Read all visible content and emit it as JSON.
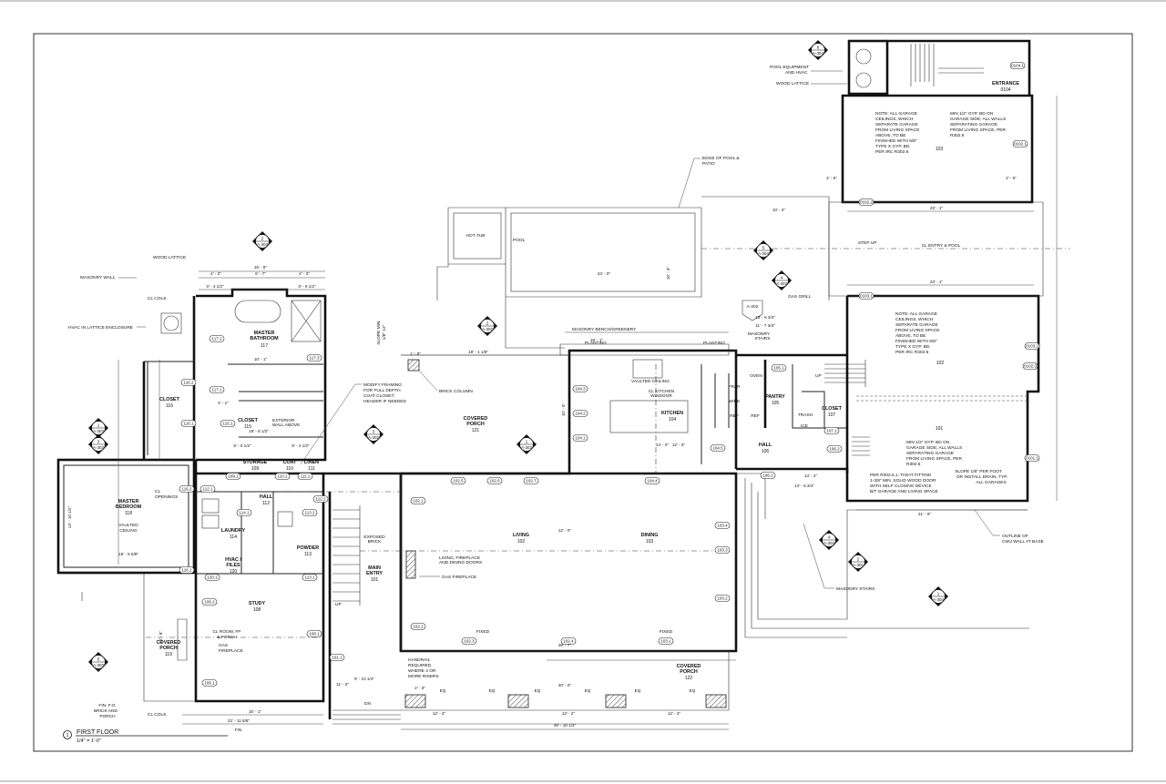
{
  "sheet": {
    "view_number": "1",
    "title": "FIRST FLOOR",
    "scale": "1/4\" = 1'-0\""
  },
  "rooms": [
    {
      "name": [
        "MASTER",
        "BATHROOM"
      ],
      "number": "117"
    },
    {
      "name": [
        "CLOSET"
      ],
      "number": "116"
    },
    {
      "name": [
        "CLOSET"
      ],
      "number": "115"
    },
    {
      "name": [
        "STORAGE"
      ],
      "number": "109"
    },
    {
      "name": [
        "COAT"
      ],
      "number": "110"
    },
    {
      "name": [
        "LINEN"
      ],
      "number": "111"
    },
    {
      "name": [
        "MASTER",
        "BEDROOM"
      ],
      "number": "118"
    },
    {
      "name": [
        "HALL"
      ],
      "number": "112"
    },
    {
      "name": [
        "LAUNDRY"
      ],
      "number": "114"
    },
    {
      "name": [
        "POWDER"
      ],
      "number": "113"
    },
    {
      "name": [
        "HVAC /",
        "FILES"
      ],
      "number": "120"
    },
    {
      "name": [
        "STUDY"
      ],
      "number": "108"
    },
    {
      "name": [
        "COVERED",
        "PORCH"
      ],
      "number": "119"
    },
    {
      "name": [
        "MAIN",
        "ENTRY"
      ],
      "number": "101"
    },
    {
      "name": [
        "COVERED",
        "PORCH"
      ],
      "number": "121"
    },
    {
      "name": [
        "LIVING"
      ],
      "number": "102"
    },
    {
      "name": [
        "DINING"
      ],
      "number": "103"
    },
    {
      "name": [
        "KITCHEN"
      ],
      "number": "104"
    },
    {
      "name": [
        "PANTRY"
      ],
      "number": "105"
    },
    {
      "name": [
        "CLOSET"
      ],
      "number": "107"
    },
    {
      "name": [
        "HALL"
      ],
      "number": "106"
    },
    {
      "name": [
        "ENTRANCE"
      ],
      "number": "0104"
    },
    {
      "name": [
        "COVERED",
        "PORCH"
      ],
      "number": "122"
    },
    {
      "name": [
        ""
      ],
      "number": "103"
    },
    {
      "name": [
        ""
      ],
      "number": "102"
    },
    {
      "name": [
        ""
      ],
      "number": "101"
    }
  ],
  "notes": {
    "garage_ceiling": [
      "NOTE: ALL GARAGE",
      "CEILINGS, WHICH",
      "SEPARATE GARAGE",
      "FROM LIVING SPACE",
      "ABOVE, TO BE",
      "FINISHED WITH 5/8\"",
      "TYPE X GYP. BD.",
      "PER IRC R302.6"
    ],
    "garage_walls": [
      "MIN 1/2\" GYP. BD ON",
      "GARAGE SIDE; ALL WALLS",
      "SEPARATING GARAGE",
      "FROM LIVING SPACE, PER",
      "R302.6"
    ],
    "door_note": [
      "PER R302.5.1: TIGHT FITTING",
      "1-3/8\" MIN. SOLID WOOD DOOR",
      "WITH SELF CLOSING DEVICE",
      "B/T GARAGE AND LIVING SPACE"
    ],
    "slope_note": [
      "SLOPE 1/8\" PER FOOT",
      "OR INSTALL DRAIN, TYP.",
      "ALL GARAGES"
    ],
    "cmu_note": [
      "OUTLINE OF",
      "CMU WALL AT BASE"
    ],
    "modify_framing": [
      "MODIFY FRAMING",
      "FOR FULL DEPTH",
      "COAT CLOSET;",
      "HEADER IF NEEDED"
    ],
    "handrail": [
      "HANDRAIL",
      "REQUIRED",
      "WHERE 4 OR",
      "MORE RISERS"
    ],
    "fin_fo": [
      "FIN. F.O.",
      "BRICK AND",
      "PORCH"
    ],
    "edge_pool": [
      "EDGE OF POOL &",
      "PATIO"
    ],
    "pool_equipment": [
      "POOL EQUIPMENT",
      "AND HVAC"
    ],
    "exterior_wall": [
      "EXTERIOR",
      "WALL ABOVE"
    ],
    "exposed_brick": [
      "EXPOSED",
      "BRICK"
    ],
    "living_cl": [
      "LIVING, FIREPLACE",
      "AND DINING DOORS"
    ],
    "cl_room": [
      "CL ROOM, FP",
      "& PORCH"
    ],
    "cl_openings": [
      "CL",
      "OPENINGS"
    ],
    "gas_fireplace_study": [
      "GAS",
      "FIREPLACE"
    ],
    "slope_min": [
      "SLOPE MIN.",
      "1/8\" 12\""
    ],
    "kitchen_cl": [
      "CL KITCHEN",
      "WINDOOR"
    ],
    "masonry_stairs_top": [
      "MASONRY",
      "STAIRS"
    ]
  },
  "labels": {
    "hot_tub": "HOT TUB",
    "pool": "POOL",
    "step_up": "STEP UP",
    "cl_entry_pool": "CL ENTRY & POOL",
    "gas_grill": "GAS GRILL",
    "wood_lattice": "WOOD LATTICE",
    "masonry_wall": "MASONRY WALL",
    "cl_cols": "CL COLS.",
    "hvac_lattice": "HVAC IN LATTICE ENCLOSURE",
    "brick_column": "BRICK COLUMN",
    "masonry_bench": "MASONRY BENCH/GREENERY",
    "planting": "PLANTING",
    "masonry_stairs": "MASONRY STAIRS",
    "vaulted_ceiling": "VAULTED CEILING",
    "vaulted": "VAULTED",
    "ceiling": "CEILING",
    "oven": "OVEN",
    "frzr": "FRZR",
    "wine": "WINE",
    "ref": "REF",
    "trash": "TRASH",
    "ice": "ICE",
    "gas_fireplace": "GAS FIREPLACE",
    "fixed": "FIXED",
    "up": "UP",
    "dn": "DN",
    "fin": "FIN.",
    "a202": "A-202"
  },
  "door_tags": [
    "117.2",
    "117.3",
    "116.2",
    "117.1",
    "116.1",
    "115.1",
    "109.1",
    "110.1",
    "111.1",
    "116.2",
    "112.1",
    "112.2",
    "114.1",
    "113.2",
    "116.1",
    "120.1",
    "113.1",
    "106.2",
    "106.1",
    "108.1",
    "101.1",
    "102.1",
    "102.5",
    "102.6",
    "102.7",
    "104.4",
    "104.3",
    "104.2",
    "104.1",
    "104.5",
    "103.4",
    "103.3",
    "103.2",
    "102.2",
    "102.3",
    "102.4",
    "103.1",
    "105.1",
    "107.1",
    "106.2",
    "106.1",
    "0102.2",
    "0103.1",
    "0102.1",
    "0102.3",
    "0101.1",
    "0104.1",
    "0103.2"
  ],
  "dimensions": [
    "16' - 8\"",
    "4' - 3\"",
    "6' - 7\"",
    "4' - 3\"",
    "3' - 4 1/2\"",
    "3' - 9 1/2\"",
    "10' - 1\"",
    "19' - 8 1/2\"",
    "5' - 0 1/2\"",
    "8' - 2 1/2\"",
    "15' - 5 5/8\"",
    "22' - 11 5/8\"",
    "15' - 1\"",
    "9' - 10 1/4\"",
    "11' - 0\"",
    "18' - 1 1/8\"",
    "19' - 1\"",
    "24' - 0\"",
    "10' - 3\"",
    "13' - 6 3/4\"",
    "11' - 7 3/4\"",
    "10' - 4\"",
    "23' - 1\"",
    "23' - 1\"",
    "12' - 0\"",
    "38' - 7\"",
    "40' - 0\"",
    "49' - 10 1/4\"",
    "12' - 2\"",
    "12' - 2\"",
    "12' - 2\"",
    "2' - 3\"",
    "14' - 0\"",
    "12' - 0\"",
    "10' - 0\"",
    "21' - 9\"",
    "14' - 6 3/4\"",
    "14' - 2\"",
    "2' - 5\"",
    "2' - 5\"",
    "14' - 10 1/2\"",
    "14' - 8\"",
    "4' - 1\"",
    "1' - 8\"",
    "EQ",
    "EQ",
    "EQ",
    "EQ",
    "EQ",
    "EQ",
    "FIN."
  ],
  "section_markers": [
    {
      "num": "2",
      "sheet": "A-303"
    },
    {
      "num": "3",
      "sheet": "A-303"
    },
    {
      "num": "1",
      "sheet": "A-303"
    },
    {
      "num": "3",
      "sheet": "A-302"
    },
    {
      "num": "2",
      "sheet": "A-302"
    },
    {
      "num": "1",
      "sheet": "A-302"
    },
    {
      "num": "5",
      "sheet": "A-303"
    },
    {
      "num": "6",
      "sheet": "A-304"
    },
    {
      "num": "5",
      "sheet": "A-304"
    },
    {
      "num": "4",
      "sheet": "A-303"
    },
    {
      "num": "4",
      "sheet": "A-304"
    },
    {
      "num": "2",
      "sheet": "A-301"
    },
    {
      "num": "1",
      "sheet": "A-304"
    }
  ],
  "colors": {
    "line": "#111111",
    "background": "#ffffff",
    "frame": "#333333"
  }
}
